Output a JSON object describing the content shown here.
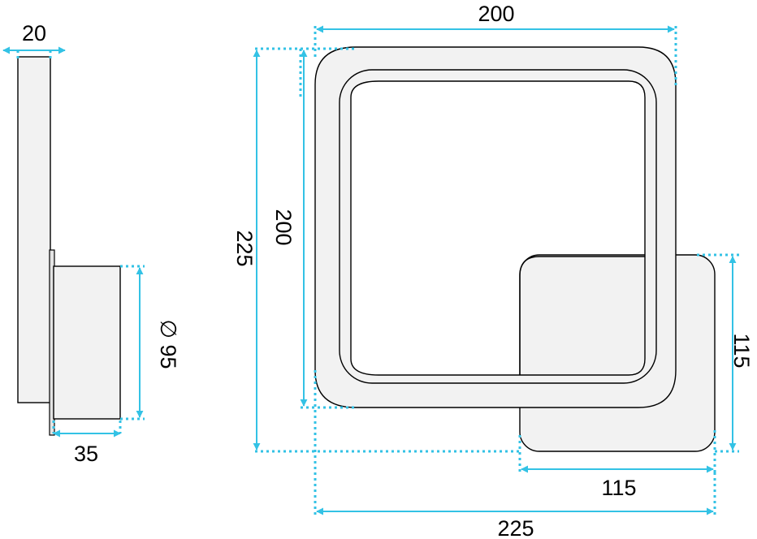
{
  "colors": {
    "dimension_line": "#33c2e5",
    "object_fill": "#f2f2f2",
    "outline": "#000000"
  },
  "side_view": {
    "dim_top": "20",
    "dim_bottom": "35",
    "dim_diameter": "∅ 95"
  },
  "front_view": {
    "dim_top_width": "200",
    "dim_inner_height": "200",
    "dim_total_height": "225",
    "dim_base_height": "115",
    "dim_base_width": "115",
    "dim_total_width": "225"
  }
}
